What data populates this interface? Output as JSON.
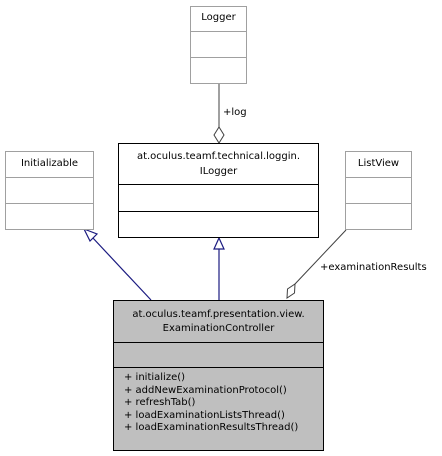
{
  "classes": {
    "logger": {
      "name": "Logger",
      "operations": []
    },
    "ilogger": {
      "name_lines": [
        "at.oculus.teamf.technical.loggin.",
        "ILogger"
      ],
      "operations": []
    },
    "initializable": {
      "name": "Initializable",
      "operations": []
    },
    "listview": {
      "name": "ListView",
      "operations": []
    },
    "examination_controller": {
      "name_lines": [
        "at.oculus.teamf.presentation.view.",
        "ExaminationController"
      ],
      "operations": [
        "+ initialize()",
        "+ addNewExaminationProtocol()",
        "+ refreshTab()",
        "+ loadExaminationListsThread()",
        "+ loadExaminationResultsThread()"
      ]
    }
  },
  "relations": {
    "log_label": "+log",
    "results_label": "+examinationResults"
  },
  "colors": {
    "muted_border": "#a0a0a0",
    "main_border": "#000000",
    "highlight_fill": "#bfbfbf",
    "generalization": "#1a1a80",
    "aggregation": "#404040"
  }
}
